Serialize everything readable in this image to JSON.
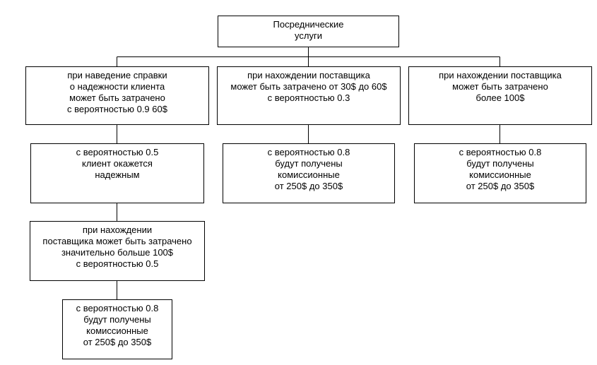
{
  "diagram": {
    "root": {
      "text": "Посреднические\nуслуги"
    },
    "level1": {
      "reliability_check": {
        "text": "при наведение справки\nо надежности клиента\nможет быть затрачено\nс вероятностью 0.9 60$"
      },
      "supplier_30_60": {
        "text": "при нахождении поставщика\nможет быть затрачено от 30$ до 60$\nс вероятностью 0.3"
      },
      "supplier_over_100": {
        "text": "при нахождении поставщика\nможет быть затрачено\nболее 100$"
      }
    },
    "level2": {
      "client_reliable": {
        "text": "с вероятностью 0.5\nклиент окажется\nнадежным"
      },
      "commission_mid": {
        "text": "с вероятностью 0.8\nбудут получены\nкомиссионные\nот 250$ до 350$"
      },
      "commission_right": {
        "text": "с вероятностью 0.8\nбудут получены\nкомиссионные\nот 250$ до 350$"
      }
    },
    "level3": {
      "supplier_much_more": {
        "text": "при нахождении\nпоставщика может быть затрачено\nзначительно больше 100$\nс вероятностью 0.5"
      }
    },
    "level4": {
      "commission_bottom": {
        "text": "с вероятностью 0.8\nбудут получены\nкомиссионные\nот 250$ до 350$"
      }
    }
  }
}
